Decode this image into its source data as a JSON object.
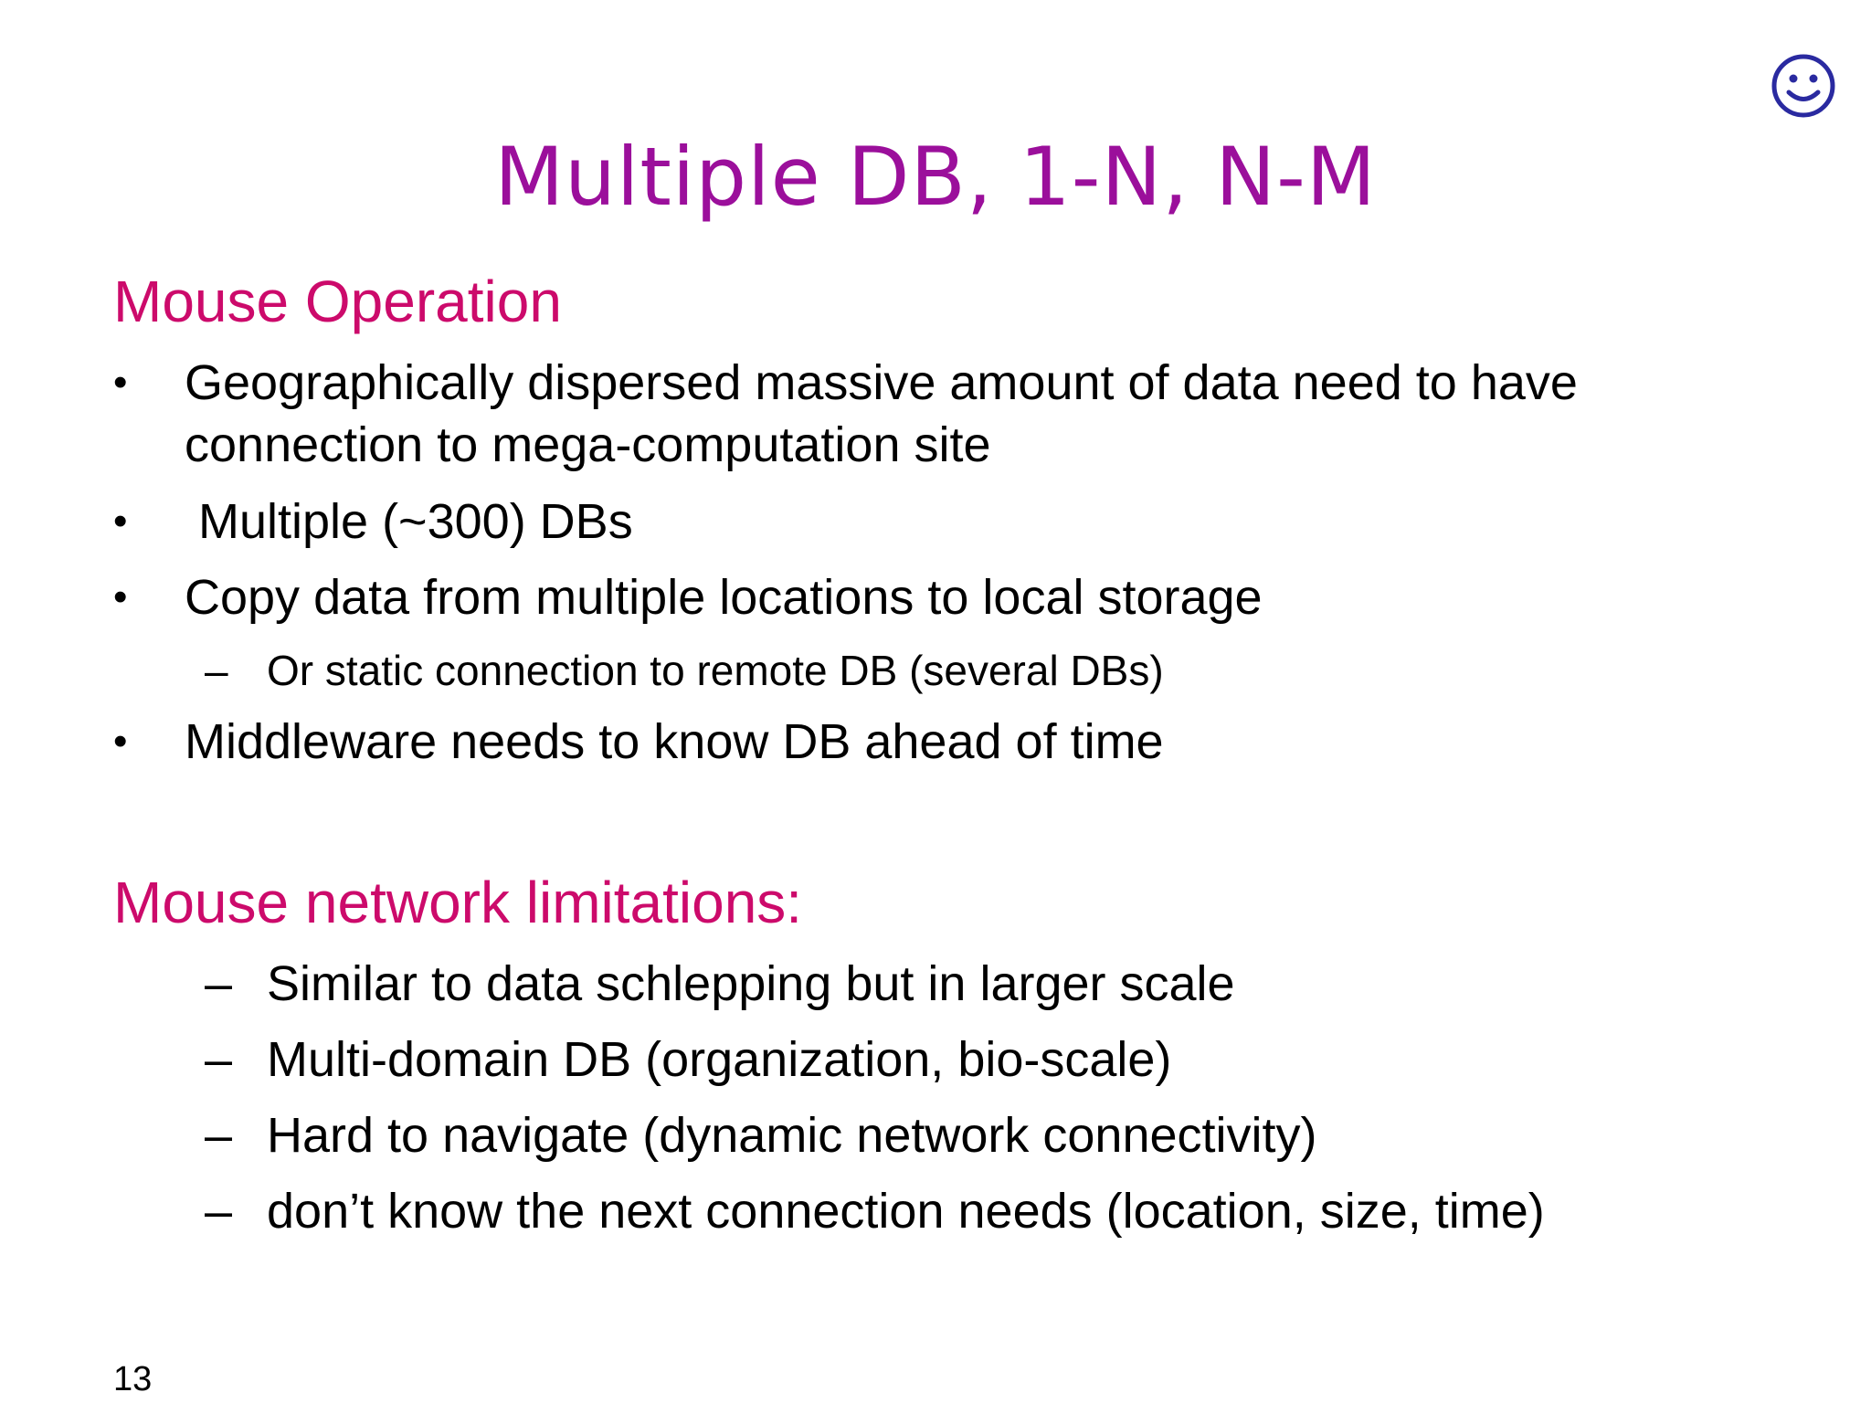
{
  "slide": {
    "title": "Multiple DB, 1-N, N-M",
    "section1": {
      "heading": "Mouse Operation",
      "bullets": [
        "Geographically dispersed massive amount of data need to have connection to mega-computation site",
        " Multiple (~300) DBs",
        "Copy data from multiple locations to local storage",
        "Middleware needs to know DB ahead of time"
      ],
      "sub_bullets": [
        "Or static connection to remote DB (several DBs)"
      ]
    },
    "section2": {
      "heading": "Mouse network limitations:",
      "items": [
        "Similar to data schlepping but in larger scale",
        "Multi-domain DB (organization, bio-scale)",
        "Hard to navigate (dynamic network connectivity)",
        "don’t know the next connection needs (location, size, time)"
      ]
    },
    "bullet_char": "•",
    "dash_char": "–",
    "page_number": "13",
    "icon": "smiley-face-icon",
    "colors": {
      "title": "#9b0f9b",
      "heading": "#cc0a6b",
      "smiley": "#2a2aa0"
    }
  }
}
